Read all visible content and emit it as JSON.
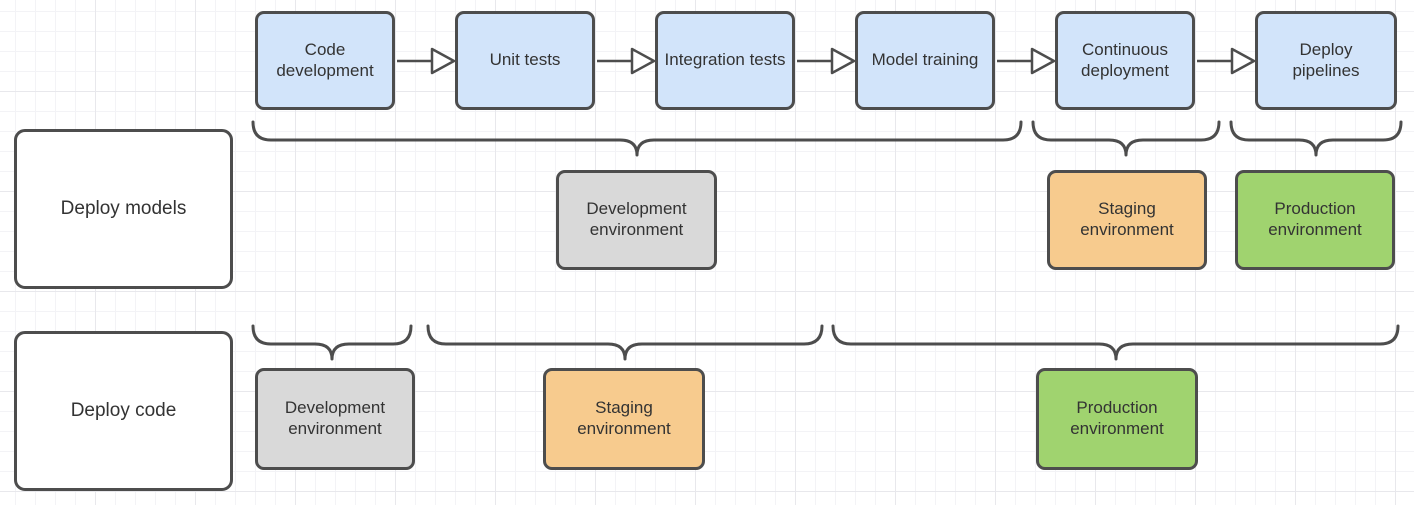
{
  "colors": {
    "step_fill": "#d2e4fa",
    "development_fill": "#d9d9d9",
    "staging_fill": "#f7cb8e",
    "production_fill": "#a0d36f",
    "border": "#4d4d4d",
    "text": "#333333",
    "canvas_background": "#ffffff"
  },
  "pipeline": {
    "steps": [
      {
        "label": "Code development"
      },
      {
        "label": "Unit tests"
      },
      {
        "label": "Integration tests"
      },
      {
        "label": "Model training"
      },
      {
        "label": "Continuous deployment"
      },
      {
        "label": "Deploy pipelines"
      }
    ]
  },
  "rows": [
    {
      "label": "Deploy models",
      "environments": [
        {
          "label": "Development environment",
          "covers_steps": [
            "Code development",
            "Unit tests",
            "Integration tests",
            "Model training"
          ]
        },
        {
          "label": "Staging environment",
          "covers_steps": [
            "Continuous deployment"
          ]
        },
        {
          "label": "Production environment",
          "covers_steps": [
            "Deploy pipelines"
          ]
        }
      ]
    },
    {
      "label": "Deploy code",
      "environments": [
        {
          "label": "Development environment",
          "covers_steps": [
            "Code development"
          ]
        },
        {
          "label": "Staging environment",
          "covers_steps": [
            "Unit tests",
            "Integration tests"
          ]
        },
        {
          "label": "Production environment",
          "covers_steps": [
            "Model training",
            "Continuous deployment",
            "Deploy pipelines"
          ]
        }
      ]
    }
  ]
}
